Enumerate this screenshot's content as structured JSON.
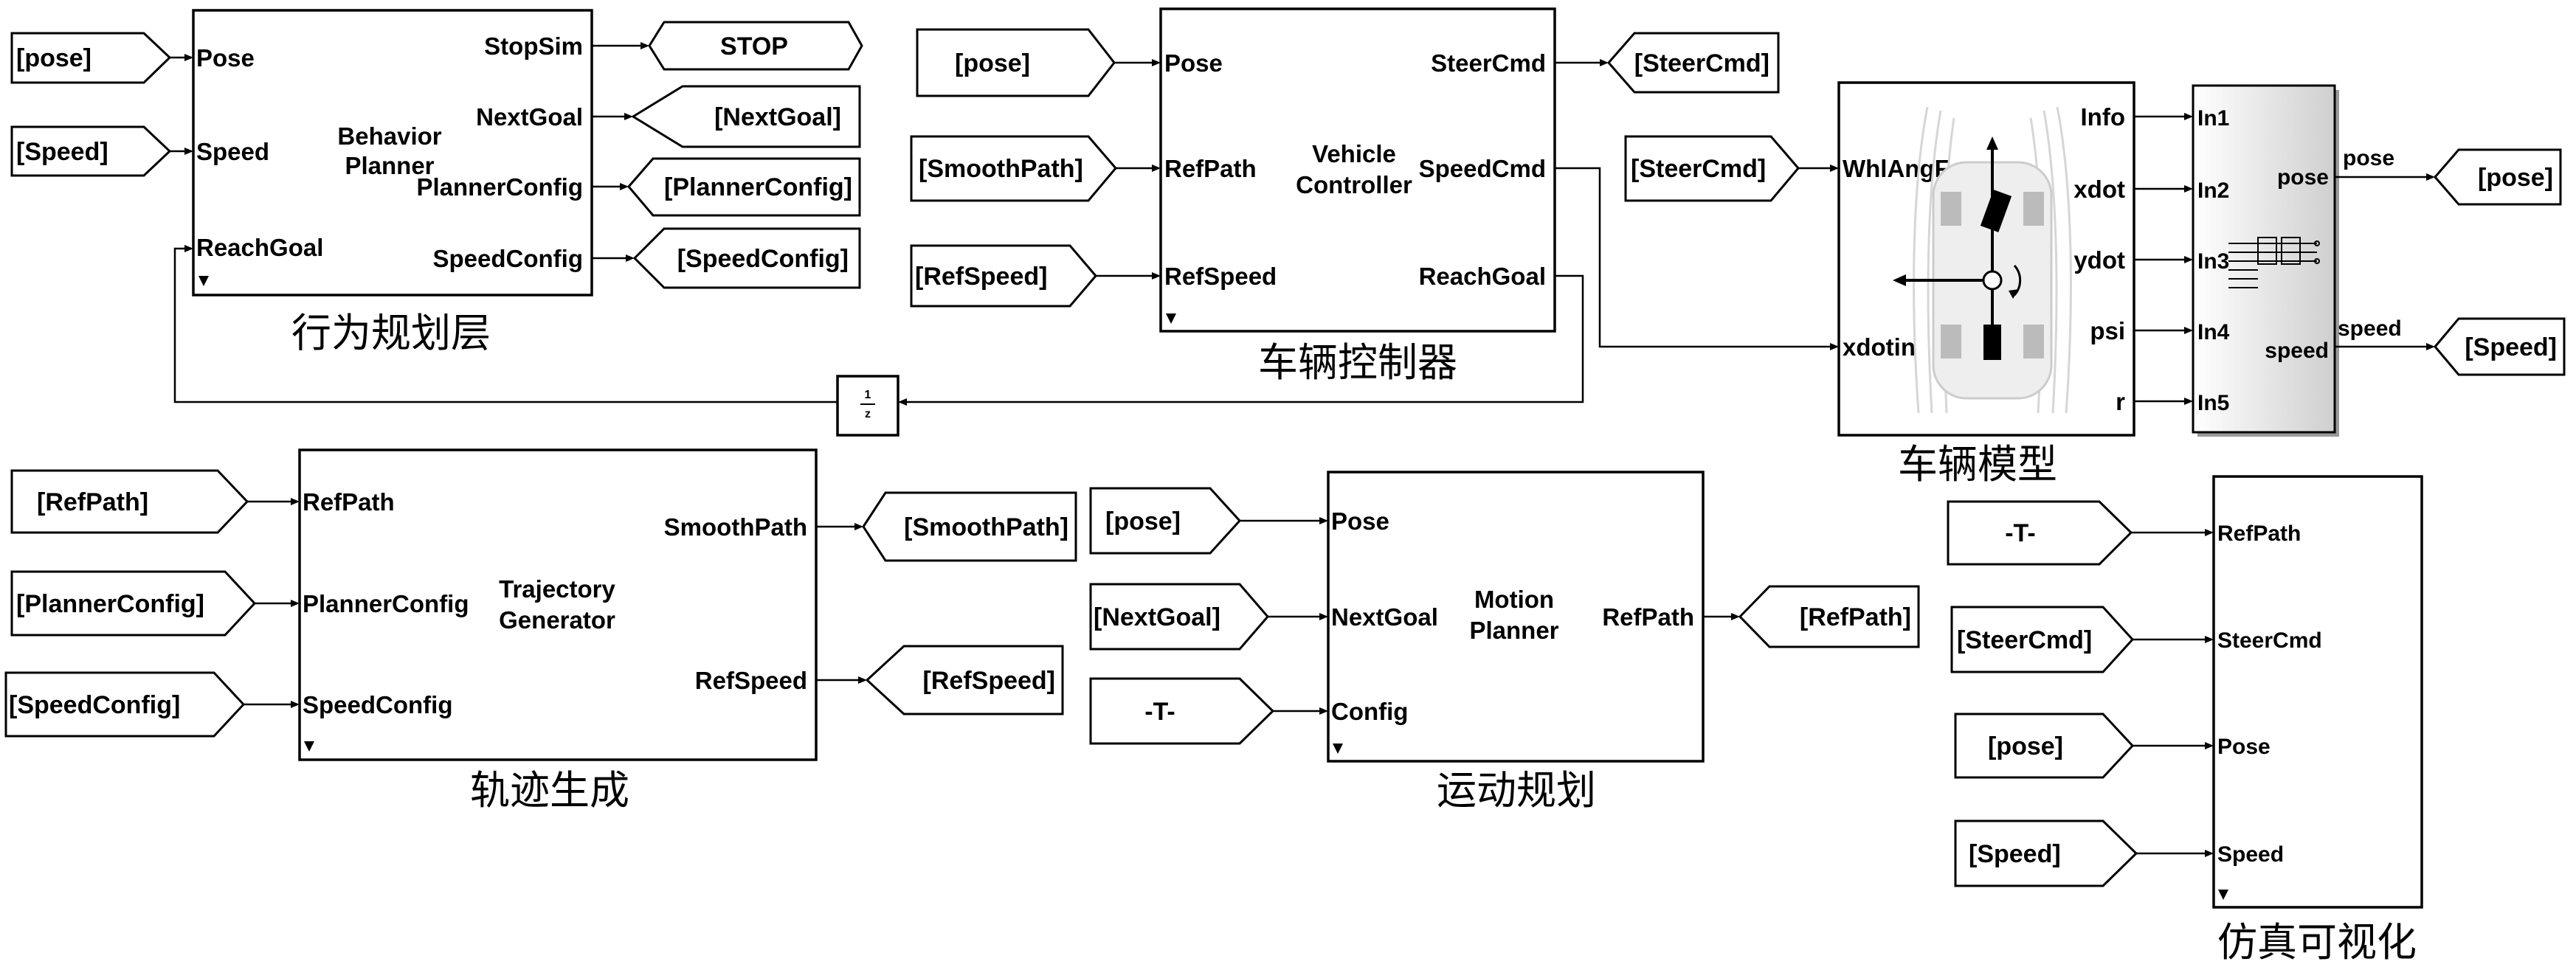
{
  "behavior_planner": {
    "caption": "行为规划层",
    "name_line1": "Behavior",
    "name_line2": "Planner",
    "inputs": [
      "Pose",
      "Speed",
      "ReachGoal"
    ],
    "outputs": [
      "StopSim",
      "NextGoal",
      "PlannerConfig",
      "SpeedConfig"
    ],
    "in_tags": [
      "[pose]",
      "[Speed]"
    ],
    "stop_label": "STOP",
    "out_tags": [
      "[NextGoal]",
      "[PlannerConfig]",
      "[SpeedConfig]"
    ]
  },
  "vehicle_controller": {
    "caption": "车辆控制器",
    "name_line1": "Vehicle",
    "name_line2": "Controller",
    "inputs": [
      "Pose",
      "RefPath",
      "RefSpeed"
    ],
    "outputs": [
      "SteerCmd",
      "SpeedCmd",
      "ReachGoal"
    ],
    "in_tags": [
      "[pose]",
      "[SmoothPath]",
      "[RefSpeed]"
    ],
    "out_tags": [
      "[SteerCmd]"
    ]
  },
  "unit_delay": {
    "num": "1",
    "den": "z"
  },
  "vehicle_model": {
    "caption": "车辆模型",
    "inputs": [
      "WhlAngF",
      "xdotin"
    ],
    "outputs": [
      "Info",
      "xdot",
      "ydot",
      "psi",
      "r"
    ],
    "in_tag": "[SteerCmd]"
  },
  "subsystem": {
    "inputs": [
      "In1",
      "In2",
      "In3",
      "In4",
      "In5"
    ],
    "outputs": [
      "pose",
      "speed"
    ],
    "wire_labels": [
      "pose",
      "speed"
    ],
    "out_tags": [
      "[pose]",
      "[Speed]"
    ]
  },
  "trajectory_generator": {
    "caption": "轨迹生成",
    "name_line1": "Trajectory",
    "name_line2": "Generator",
    "inputs": [
      "RefPath",
      "PlannerConfig",
      "SpeedConfig"
    ],
    "outputs": [
      "SmoothPath",
      "RefSpeed"
    ],
    "in_tags": [
      "[RefPath]",
      "[PlannerConfig]",
      "[SpeedConfig]"
    ],
    "out_tags": [
      "[SmoothPath]",
      "[RefSpeed]"
    ]
  },
  "motion_planner": {
    "caption": "运动规划",
    "name_line1": "Motion",
    "name_line2": "Planner",
    "inputs": [
      "Pose",
      "NextGoal",
      "Config"
    ],
    "outputs": [
      "RefPath"
    ],
    "in_tags": [
      "[pose]",
      "[NextGoal]",
      "-T-"
    ],
    "out_tags": [
      "[RefPath]"
    ]
  },
  "visualization": {
    "caption": "仿真可视化",
    "inputs": [
      "RefPath",
      "SteerCmd",
      "Pose",
      "Speed"
    ],
    "in_tags": [
      "-T-",
      "[SteerCmd]",
      "[pose]",
      "[Speed]"
    ]
  }
}
